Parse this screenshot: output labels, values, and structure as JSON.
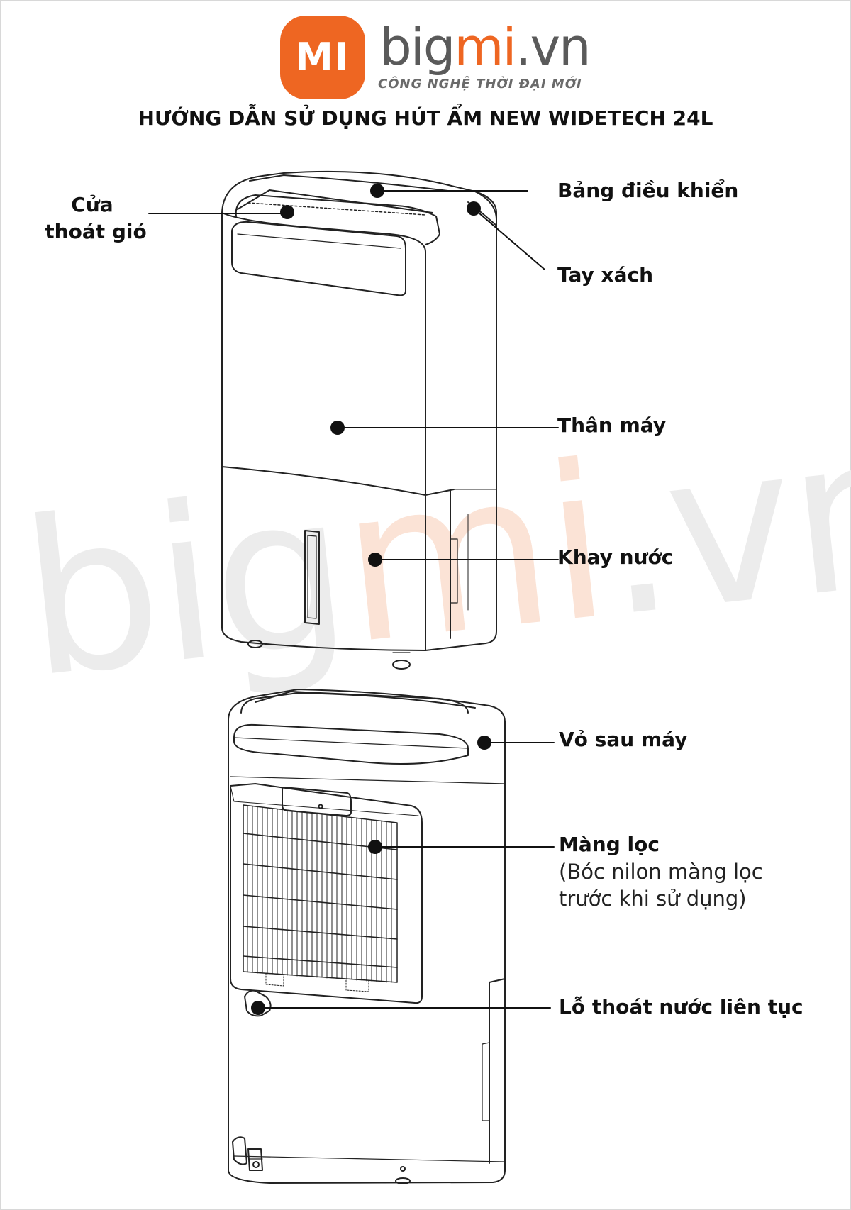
{
  "brand": {
    "logo_text": "MI",
    "name_part1": "big",
    "name_highlight": "mi",
    "name_part2": ".vn",
    "slogan": "CÔNG NGHỆ THỜI ĐẠI MỚI",
    "accent_color": "#ee6622"
  },
  "title": "HƯỚNG DẪN SỬ DỤNG HÚT ẨM NEW WIDETECH 24L",
  "watermark": {
    "part1": "big",
    "highlight": "mi",
    "part2": ".vn"
  },
  "labels": {
    "air_outlet_line1": "Cửa",
    "air_outlet_line2": "thoát gió",
    "control_panel": "Bảng điều khiển",
    "handle": "Tay xách",
    "body": "Thân máy",
    "water_tray": "Khay nước",
    "back_cover": "Vỏ sau máy",
    "filter": "Màng lọc",
    "filter_note_line1": "(Bóc nilon màng lọc",
    "filter_note_line2": "trước khi sử dụng)",
    "drain_hole": "Lỗ thoát nước liên tục"
  }
}
